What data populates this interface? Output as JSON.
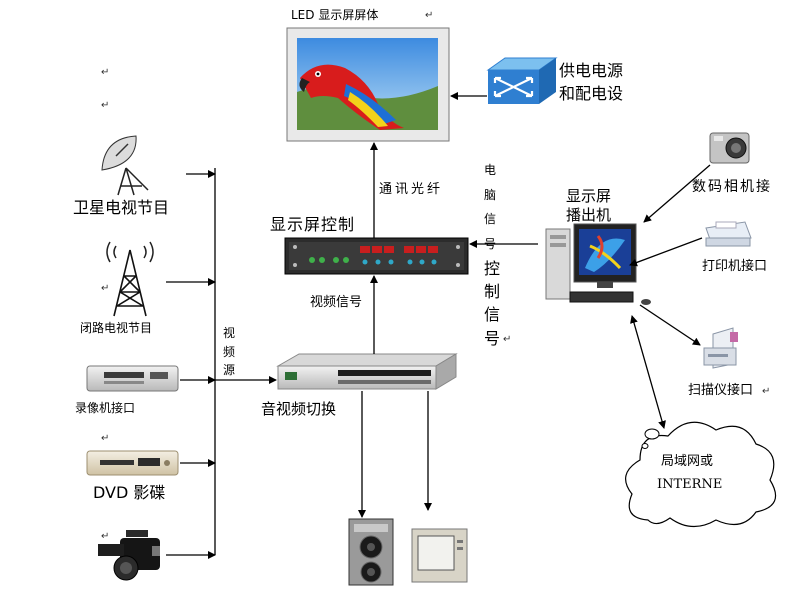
{
  "title_led": "LED 显示屏屏体",
  "power_label_1": "供电电源",
  "power_label_2": "和配电设",
  "fiber_label": "通讯光纤",
  "controller_label": "显示屏控制",
  "video_signal_label": "视频信号",
  "pc_signal_label": "电脑信号",
  "control_signal_label": "控制信号",
  "video_source_label": "视频源",
  "switcher_label": "音视频切换",
  "player_label_1": "显示屏",
  "player_label_2": "播出机",
  "camera_label": "数码相机接",
  "printer_label": "打印机接口",
  "scanner_label": "扫描仪接口",
  "lan_label_1": "局域网或",
  "lan_label_2": "INTERNE",
  "sources": {
    "satellite": "卫星电视节目",
    "cctv": "闭路电视节目",
    "vcr": "录像机接口",
    "dvd": "DVD 影碟"
  },
  "para_mark": "↵",
  "colors": {
    "arrow": "#000000",
    "switch_blue": "#2f7fd1",
    "lan_fill": "#ffffff"
  }
}
